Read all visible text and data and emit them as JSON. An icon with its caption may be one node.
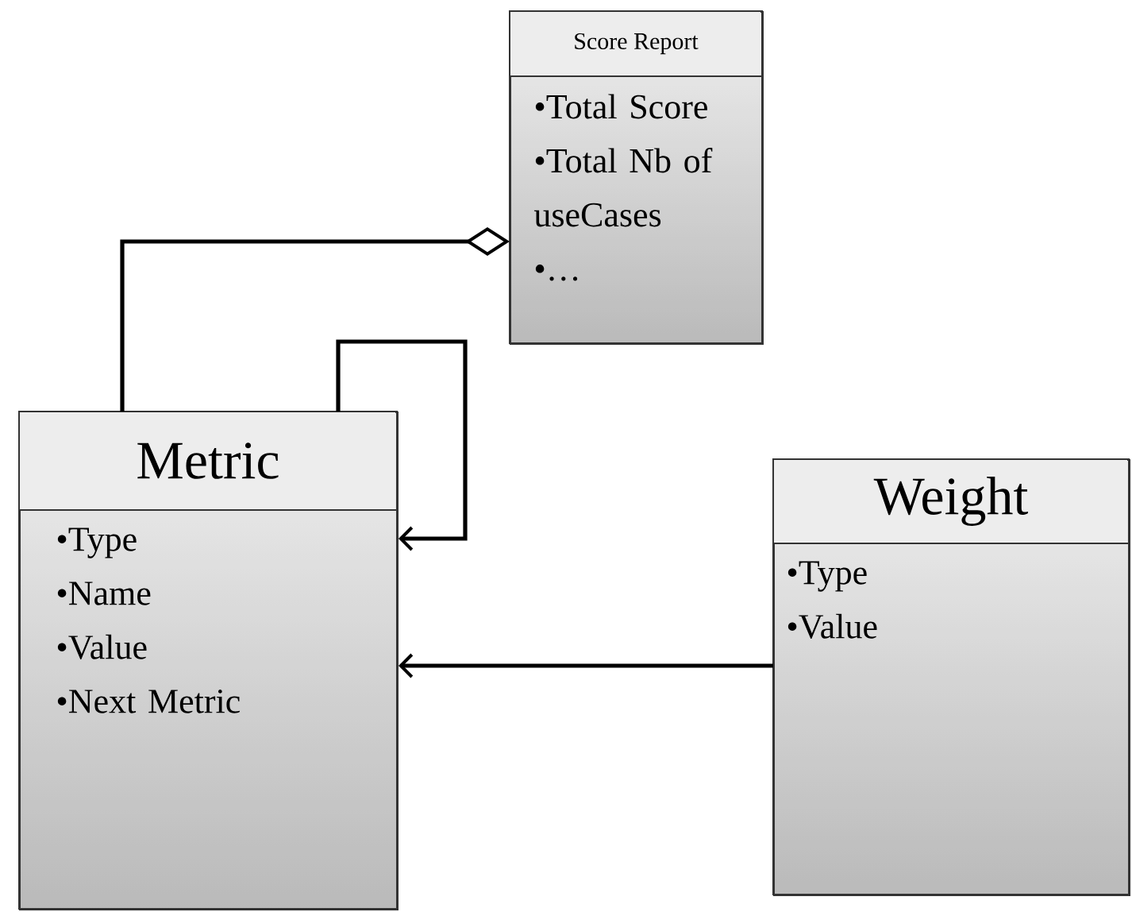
{
  "diagram": {
    "nodes": [
      {
        "text": [
          "Score Report",
          "•Total Score",
          "•Total Nb of useCases",
          "•…"
        ]
      },
      {
        "text": [
          "Metric",
          "•Type",
          "•Name",
          "•Value",
          "•Next Metric"
        ]
      },
      {
        "text": [
          "Weight",
          "•Type",
          "•Value"
        ]
      }
    ],
    "edges": [
      {
        "from": 1,
        "to": 0,
        "arrow": "other"
      },
      {
        "from": 1,
        "to": 1,
        "arrow": "to"
      },
      {
        "from": 2,
        "to": 1,
        "arrow": "to"
      }
    ]
  }
}
